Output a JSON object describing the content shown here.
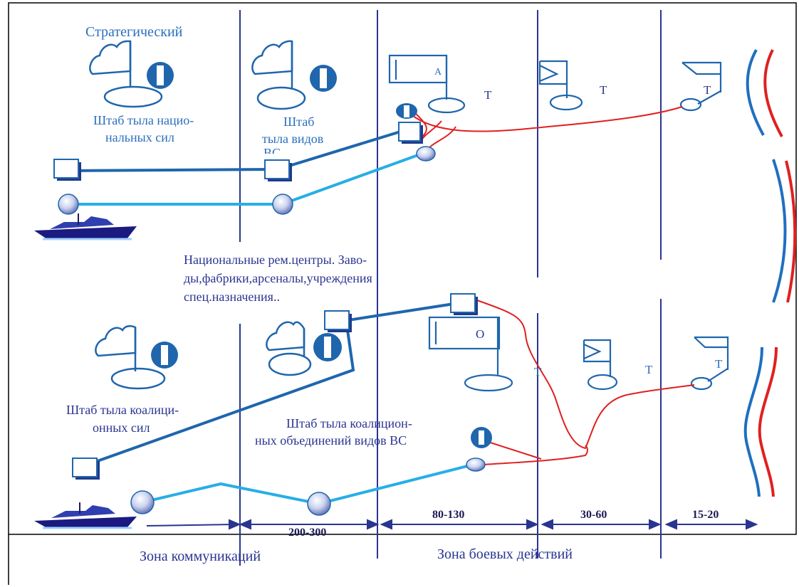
{
  "labels": {
    "strategic": "Стратегический",
    "hq_national_1": "Штаб тыла нацио-",
    "hq_national_2": "нальных сил",
    "hq_services_1": "Штаб",
    "hq_services_2": "тыла      видов",
    "hq_services_3": "ВС",
    "national_centers_1": "Национальные      рем.центры.   Заво-",
    "national_centers_2": "ды,фабрики,арсеналы,учреждения",
    "national_centers_3": "спец.назначения..",
    "hq_coalition_1": "Штаб тыла коалици-",
    "hq_coalition_2": "онных сил",
    "hq_coalition_assoc_1": "Штаб    тыла коалицион-",
    "hq_coalition_assoc_2": "ных объединений видов ВС",
    "t": "Т",
    "a": "А",
    "o": "О"
  },
  "distances": {
    "d1": "200-300",
    "d2": "80-130",
    "d3": "30-60",
    "d4": "15-20"
  },
  "zones": {
    "communications": "Зона коммуникаций",
    "combat": "Зона боевых действий"
  },
  "colors": {
    "dark_blue": "#1f66ad",
    "light_blue": "#27aee6",
    "red": "#e02020",
    "navy": "#2a3590",
    "front_blue": "#1f6fbf"
  }
}
